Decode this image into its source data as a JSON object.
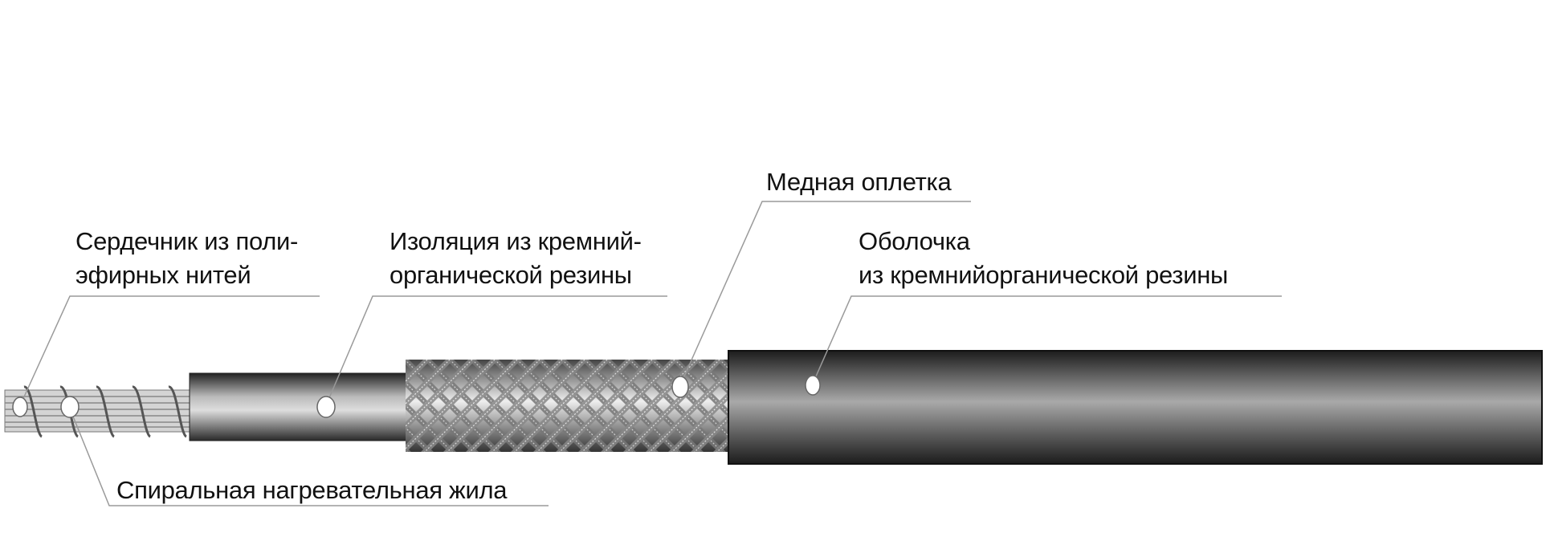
{
  "labels": {
    "core": {
      "line1": "Сердечник из поли-",
      "line2": "эфирных нитей"
    },
    "insulation": {
      "line1": "Изоляция из кремний-",
      "line2": "органической резины"
    },
    "braid": {
      "line1": "Медная оплетка"
    },
    "jacket": {
      "line1": "Оболочка",
      "line2": "из кремнийорганической резины"
    },
    "spiral": {
      "line1": "Спиральная нагревательная жила"
    }
  },
  "colors": {
    "leader": "#9a9a9a",
    "jacket_dark": "#1e1e1e",
    "jacket_light": "#a8a8a8"
  }
}
